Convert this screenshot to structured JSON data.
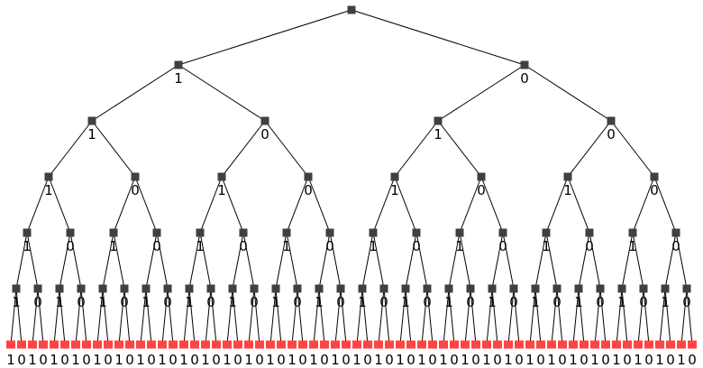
{
  "tree": {
    "depth": 7,
    "branch_labels": [
      "1",
      "0"
    ],
    "internal_node_color": "#404040",
    "leaf_node_color": "#ff4444",
    "edge_color": "#000000"
  }
}
